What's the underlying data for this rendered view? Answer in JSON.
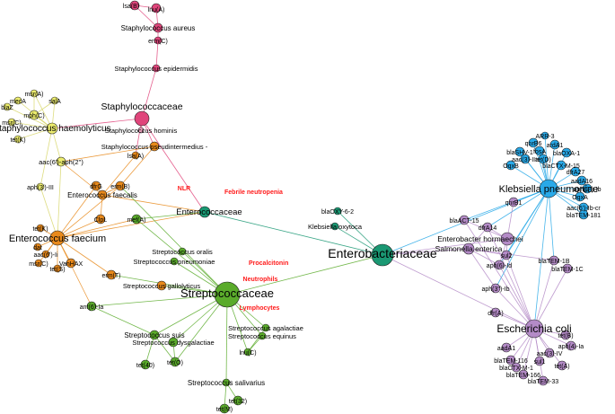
{
  "colors": {
    "staph": "#e0457b",
    "staph_light": "#f4a7c4",
    "yellow": "#ecec6e",
    "orange": "#e8891b",
    "green": "#5aab2b",
    "teal": "#1a9873",
    "blue": "#29a9e8",
    "purple": "#b48bc7",
    "clinical": "#ff1a1a",
    "edge_staph": "#e0457b",
    "edge_orange": "#e8891b",
    "edge_green": "#5aab2b",
    "edge_teal": "#1a9873",
    "edge_blue": "#29a9e8",
    "edge_purple": "#b48bc7",
    "edge_yellow": "#d7d66a"
  },
  "hubs": {
    "staph": "Staphylococcaceae",
    "strep": "Streptococcaceae",
    "entero": "Enterobacteriaceae",
    "enterococc": "Enterococcaceae"
  },
  "species": {
    "s_aureus": "Staphylococcus aureus",
    "s_epidermidis": "Staphylococcus epidermidis",
    "s_hominis": "Staphylococcus hominis",
    "s_haemolyticus": "Staphylococcus haemolyticus",
    "s_pseudintermedius": "Staphylococcus pseudintermedius -",
    "e_faecalis": "Enterococcus faecalis",
    "e_faecium": "Enterococcus faecium",
    "st_oralis": "Streptococcus oralis",
    "st_pneumoniae": "Streptococcus pneumoniae",
    "st_gallolyticus": "Streptococcus gallolyticus",
    "st_agalactiae": "Streptococcus agalactiae",
    "st_equinus": "Streptococcus equinus",
    "st_suis": "Streptococcus suis",
    "st_dysgalactiae": "Streptococcus dysgalactiae",
    "st_salivarius": "Streptococcus salivarius",
    "k_pneumoniae": "Klebsiella pneumoniae",
    "k_oxytoca": "Klebsiella oxytoca",
    "e_hormaechei": "Enterobacter hormaechei",
    "salmonella": "Salmonella enterica",
    "e_coli": "Escherichia coli"
  },
  "genes": {
    "lsa_b": "lsa(B)",
    "lnu_a_top": "lnu(A)",
    "erm_c_top": "erm(C)",
    "msr_a": "msr(A)",
    "mph_c": "mph(C)",
    "mec_a": "mecA",
    "bla_z": "blaZ",
    "sal_a": "salA",
    "msr_c": "msr(C)",
    "tet_k_top": "tet(K)",
    "aac_aph": "aac(6')-aph(2'')",
    "aph3_iii": "aph(3')-III",
    "dfr_g": "dfrG",
    "erm_b": "erm(B)",
    "lsa_a": "lsa(A)",
    "cfr": "ClpL",
    "mef_a": "mef(A)",
    "tet_k": "tet(K)",
    "dat": "dat",
    "aac6_ii": "aac(6')-Ii",
    "msr_c2": "msr(C)",
    "tet_s": "tet(S)",
    "vanhax": "VanHAX",
    "erm_t": "erm(T)",
    "ant6_ia": "ant(6)-Ia",
    "tet_40": "tet(40)",
    "tet_o": "tet(O)",
    "lnu_c": "lnu(C)",
    "tet_32": "tet(32)",
    "tet_m": "tet(M)",
    "arr3": "ARR-3",
    "qnr_b6": "qnrB6",
    "ard_a1": "ardA1",
    "bla_shv": "blaSHV-1",
    "fos_a": "fosA",
    "bla_oxa1": "blaOXA-1",
    "aac3_iia": "aac(3)-IIa",
    "tet_d": "tet(D)",
    "oqx_b": "OqxB",
    "bla_ctxm15": "blaCTX-M-15",
    "dfr_a27": "dfrA27",
    "aad_a16": "aadA16",
    "aph3_ib": "aph(3'')-Ib",
    "oqx_a": "OqxA",
    "aac6_ib": "aac(6')-Ib-cr",
    "bla_tem181": "blaTEM-181",
    "qnr_b1": "qnrB1",
    "bla_oxy": "blaOXY-6-2",
    "bla_act": "blaACT-15",
    "dfr_a14": "dfrA14",
    "bla_tem1b": "blaTEM-1B",
    "bla_tem1c": "blaTEM-1C",
    "sul2": "sul2",
    "aph6_id": "aph(6)-Id",
    "aph3_ib2": "aph(3'')-Ib",
    "dfr_a": "dfr(A)",
    "tet_b": "tet(B)",
    "aph4_ia": "aph(4)-Ia",
    "aac3_iv": "aac(3)-IV",
    "aad_a1": "aadA1",
    "bla_tem116": "blaTEM-116",
    "bla_ctxm1": "blaCTX-M-1",
    "sul1": "sul1",
    "tet_a": "tet(A)",
    "bla_tem166": "blaTEM-166",
    "bla_tem33": "blaTEM-33"
  },
  "clinical": {
    "nlr": "NLR",
    "febrile": "Febrile neutropenia",
    "procalcitonin": "Procalcitonin",
    "neutrophils": "Neutrophils",
    "lymphocytes": "Lymphocytes"
  }
}
